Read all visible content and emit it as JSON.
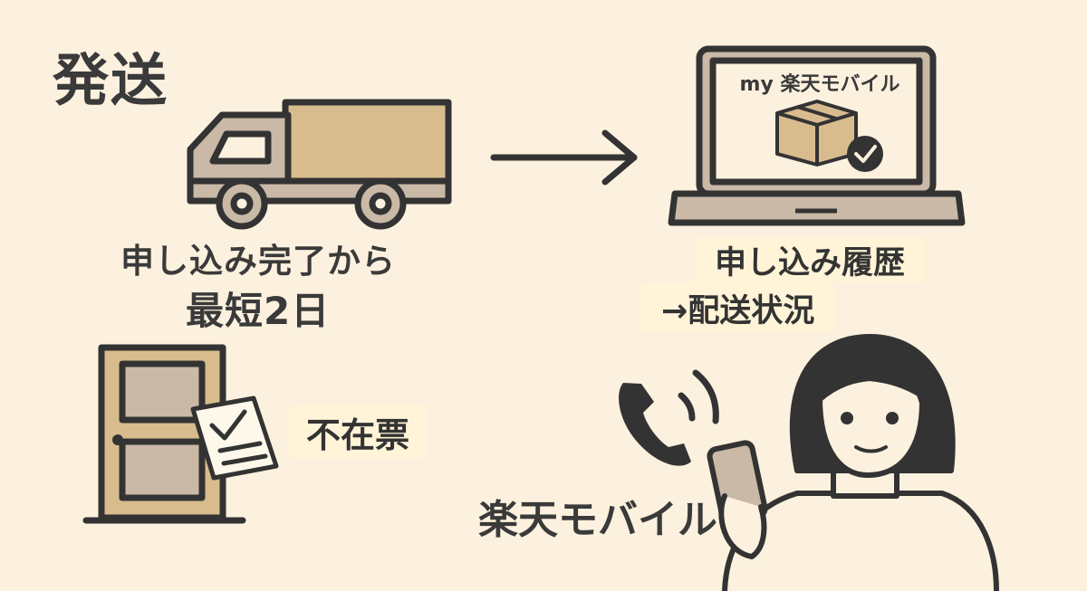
{
  "title": "発送",
  "truck": {
    "line1": "申し込み完了から",
    "line2": "最短2日"
  },
  "laptop": {
    "screen_text": "my 楽天モバイル"
  },
  "history": {
    "label": "申し込み履歴",
    "status": "→配送状況"
  },
  "door": {
    "notice_label": "不在票"
  },
  "phone_call": {
    "label": "楽天モバイル"
  },
  "colors": {
    "background": "#fcf1de",
    "outline": "#333333",
    "box_fill": "#d9bc8e",
    "truck_body": "#c9b9a6",
    "label_bg": "#fff4d8"
  },
  "icons": [
    "truck-icon",
    "arrow-right-icon",
    "laptop-icon",
    "box-icon",
    "check-icon",
    "door-icon",
    "notice-slip-icon",
    "phone-ringing-icon",
    "woman-on-phone-icon"
  ]
}
